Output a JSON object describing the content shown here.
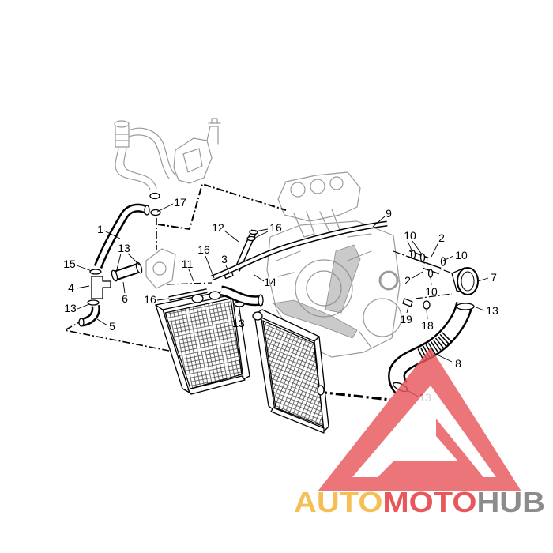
{
  "diagram": {
    "callouts": [
      "17",
      "1",
      "13",
      "15",
      "4",
      "13",
      "5",
      "6",
      "16",
      "11",
      "16",
      "3",
      "12",
      "16",
      "14",
      "13",
      "9",
      "10",
      "2",
      "10",
      "2",
      "10",
      "7",
      "19",
      "18",
      "13",
      "8",
      "13"
    ]
  },
  "logo": {
    "auto": "AUTO",
    "moto": "MOTO",
    "hub": "HUB",
    "colors": {
      "auto": "#F5BF55",
      "moto": "#E8575C",
      "hub": "#8C8C8C",
      "mark": "#E8575C"
    }
  }
}
